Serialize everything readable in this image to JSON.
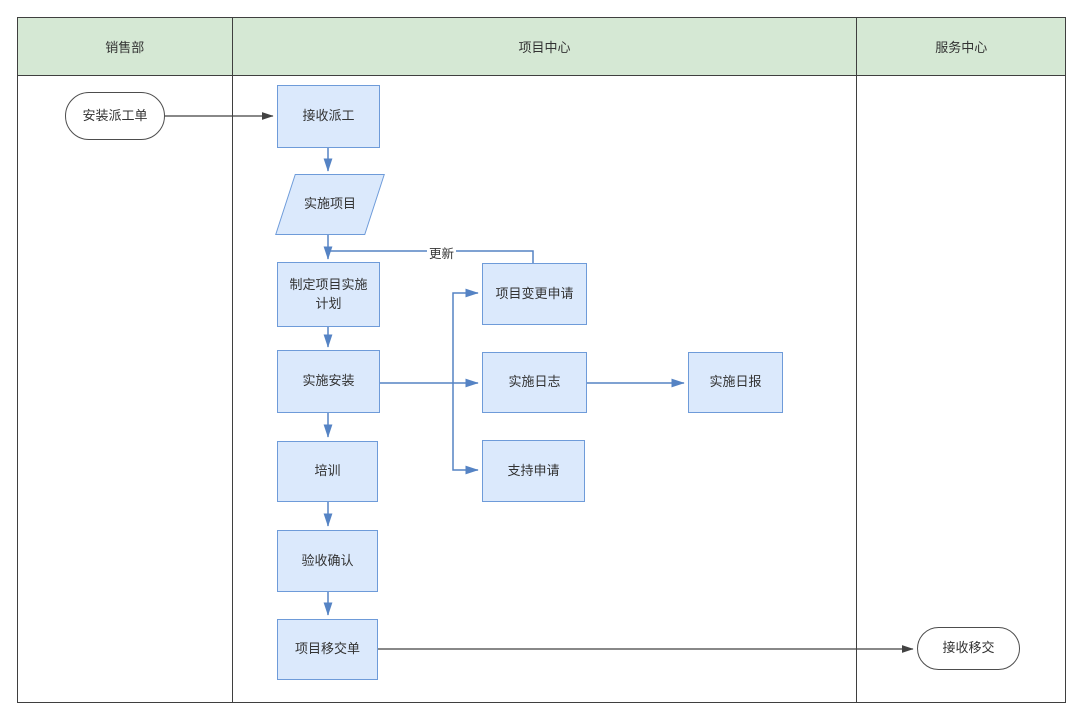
{
  "lanes": [
    {
      "id": "sales",
      "label": "销售部"
    },
    {
      "id": "project-center",
      "label": "项目中心"
    },
    {
      "id": "service-center",
      "label": "服务中心"
    }
  ],
  "nodes": {
    "start": "安装派工单",
    "receive": "接收派工",
    "implement": "实施项目",
    "plan": "制定项目实施计划",
    "install": "实施安装",
    "training": "培训",
    "acceptance": "验收确认",
    "handover": "项目移交单",
    "change_request": "项目变更申请",
    "log": "实施日志",
    "daily_report": "实施日报",
    "support": "支持申请",
    "end": "接收移交"
  },
  "edge_labels": {
    "update": "更新"
  },
  "colors": {
    "lane_header_bg": "#d5e8d4",
    "pool_border": "#3f3f3f",
    "node_fill": "#dbe9fc",
    "node_border": "#6e9bd9",
    "arrow_blue": "#5583c4",
    "arrow_dark": "#424242",
    "terminal_border": "#4d4d4d",
    "text": "#333333"
  }
}
